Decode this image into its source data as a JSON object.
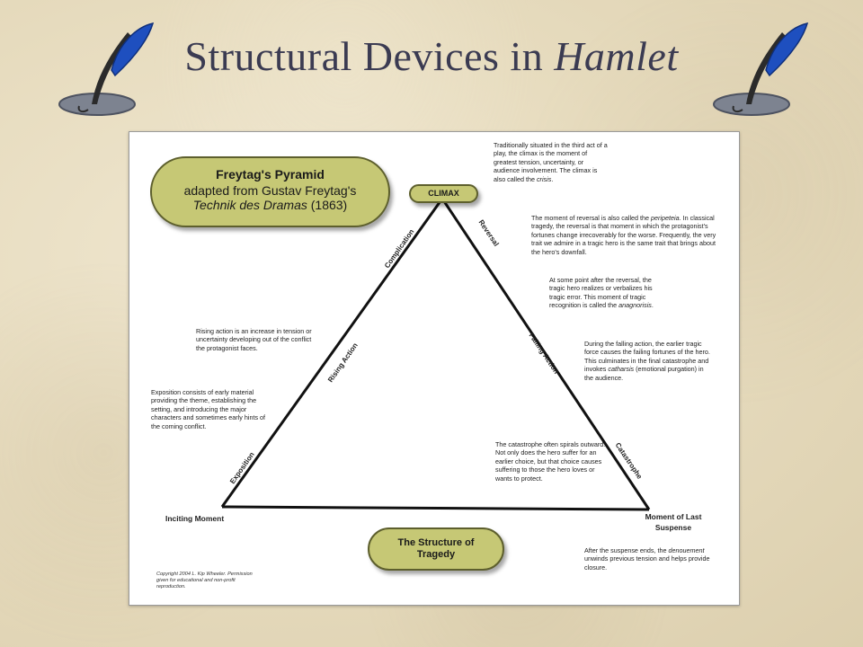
{
  "slide": {
    "title_main": "Structural Devices in ",
    "title_emph": "Hamlet"
  },
  "colors": {
    "pill_fill": "#c6c875",
    "pill_border": "#5d5f2d",
    "title": "#3b3b52",
    "quill_blue": "#1e4fbf"
  },
  "icons": {
    "quill": "quill-pen-icon"
  },
  "diagram": {
    "box_freytag": {
      "line1": "Freytag's Pyramid",
      "line2": "adapted from Gustav Freytag's",
      "line3_italic": "Technik des Dramas",
      "line3_rest": " (1863)"
    },
    "climax_label": "CLIMAX",
    "tragedy_label": "The Structure of Tragedy",
    "side_labels": {
      "complication": "Complication",
      "rising_action": "Rising Action",
      "exposition": "Exposition",
      "reversal": "Reversal",
      "falling_action": "Falling Action",
      "catastrophe": "Catastrophe"
    },
    "points": {
      "inciting_moment": "Inciting Moment",
      "moment_last_suspense": "Moment of Last Suspense"
    },
    "notes": {
      "climax_a": "Traditionally situated in the third act of a play, the climax is the moment of greatest tension, uncertainty, or audience involvement. The climax is also called the ",
      "climax_b": "crisis",
      "climax_c": ".",
      "reversal_a": "The moment of reversal is also called the ",
      "reversal_b": "peripeteia",
      "reversal_c": ". In classical tragedy, the reversal is that moment in which the protagonist's fortunes change irrecoverably for the worse. Frequently, the very trait we admire in a tragic hero is the same trait that brings about the hero's downfall.",
      "anagnorisis_a": "At some point after the reversal, the tragic hero realizes or verbalizes his tragic error. This moment of tragic recognition is called the ",
      "anagnorisis_b": "anagnorisis",
      "anagnorisis_c": ".",
      "falling_a": "During the falling action, the earlier tragic force causes the failing fortunes of the hero. This culminates in the final catastrophe and invokes ",
      "falling_b": "catharsis",
      "falling_c": " (emotional purgation) in the audience.",
      "rising": "Rising action is an increase in tension or uncertainty developing out of the conflict the protagonist faces.",
      "exposition": "Exposition consists of early material providing the theme, establishing the setting, and introducing the major characters and sometimes early hints of the coming conflict.",
      "catastrophe": "The catastrophe often spirals outward. Not only does the hero suffer for an earlier choice, but that choice causes suffering to those the hero loves or wants to protect.",
      "denouement_a": "After the suspense ends, the ",
      "denouement_b": "denouement",
      "denouement_c": " unwinds previous tension and helps provide closure."
    },
    "copyright": "Copyright 2004 L. Kip Wheeler. Permission given for educational and non-profit reproduction."
  }
}
